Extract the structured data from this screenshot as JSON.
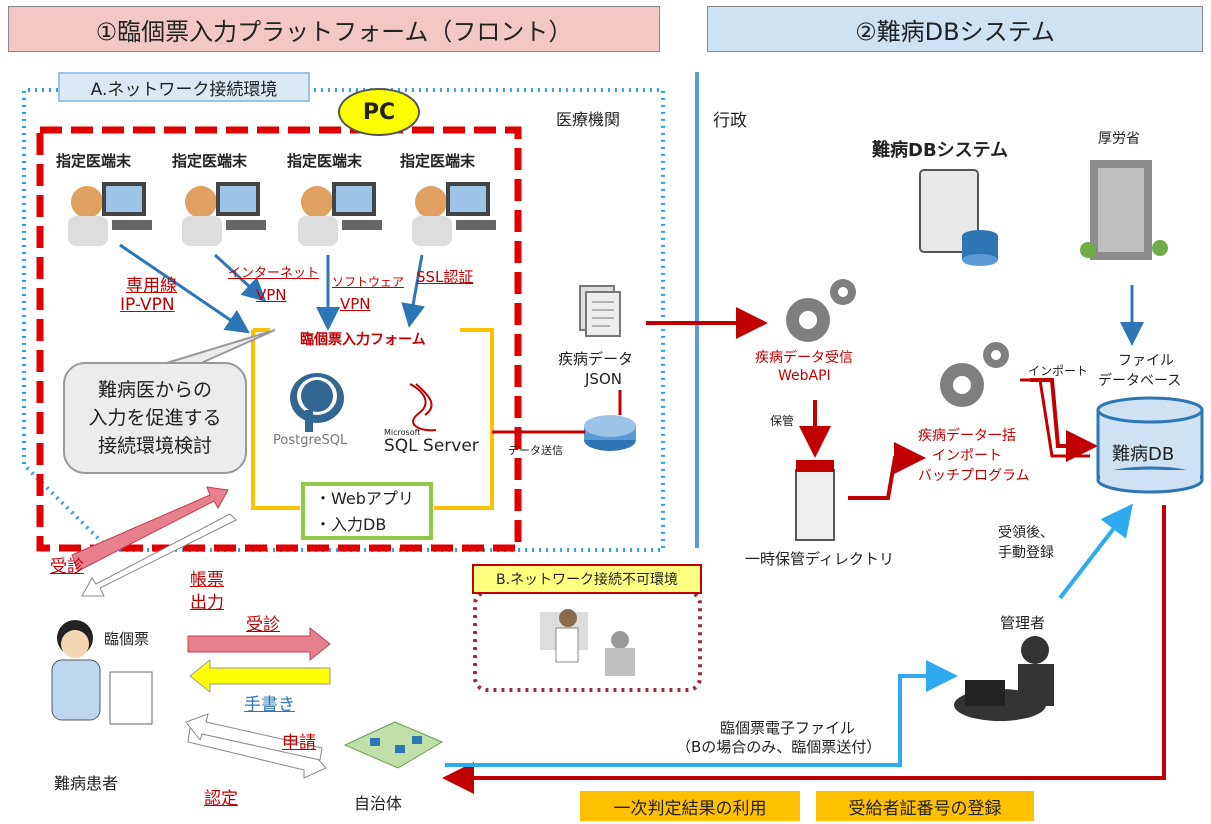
{
  "banners": {
    "front": "①臨個票入力プラットフォーム（フロント）",
    "db": "②難病DBシステム"
  },
  "network": {
    "env_a": "A.ネットワーク接続環境",
    "pc": "PC",
    "medical": "医療機関",
    "env_b": "B.ネットワーク接続不可環境"
  },
  "terminals": [
    "指定医端末",
    "指定医端末",
    "指定医端末",
    "指定医端末"
  ],
  "connections": {
    "leased": [
      "専用線",
      "IP-VPN"
    ],
    "internet": [
      "インターネット",
      "VPN"
    ],
    "software": [
      "ソフトウェア",
      "VPN"
    ],
    "ssl": "SSL認証"
  },
  "front": {
    "form": "臨個票入力フォーム",
    "postgres": "PostgreSQL",
    "ms": "Microsoft",
    "sqlserver": "SQL Server",
    "webapp": "・Webアプリ",
    "inputdb": "・入力DB",
    "callout": [
      "難病医からの",
      "入力を促進する",
      "接続環境検討"
    ],
    "send": "データ送信"
  },
  "data": {
    "disease": "疾病データ",
    "json": "JSON"
  },
  "admin_area": {
    "gyosei": "行政",
    "title": "難病DBシステム",
    "mhlw": "厚労省",
    "receive": [
      "疾病データ受信",
      "WebAPI"
    ],
    "store": "保管",
    "tempdir": "一時保管ディレクトリ",
    "batch": [
      "疾病データ一括",
      "インポート",
      "バッチプログラム"
    ],
    "import": "インポート",
    "filedb": [
      "ファイル",
      "データベース"
    ],
    "nanbyodb": "難病DB",
    "manual": [
      "受領後、",
      "手動登録"
    ],
    "admin": "管理者"
  },
  "patient_area": {
    "visit": "受診",
    "output": [
      "帳票",
      "出力"
    ],
    "rinkohyo": "臨個票",
    "visit2": "受診",
    "handwrite": "手書き",
    "apply": "申請",
    "approve": "認定",
    "patient": "難病患者",
    "municipality": "自治体"
  },
  "bottom": {
    "efile": "臨個票電子ファイル",
    "efile_note": "（Bの場合のみ、臨個票送付）",
    "primary": "一次判定結果の利用",
    "cert": "受給者証番号の登録"
  },
  "colors": {
    "front_banner": "#f4c7c7",
    "db_banner": "#cfe2f3",
    "red_dash": "#e00000",
    "blue_dot": "#2e9fe6",
    "dark_red": "#c00000",
    "blue": "#2e75b6",
    "light_blue": "#2eaaf0",
    "orange": "#ffc000"
  }
}
